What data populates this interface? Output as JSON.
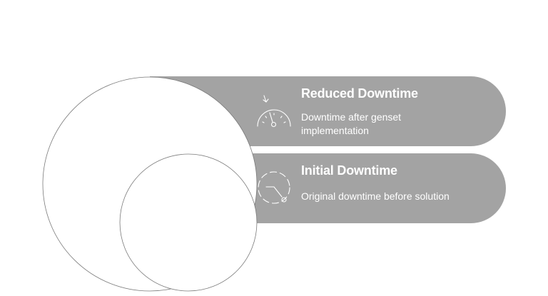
{
  "colors": {
    "band": "#a3a3a3",
    "circle_fill": "#ffffff",
    "circle_stroke": "#7a7a7a",
    "text": "#ffffff"
  },
  "items": [
    {
      "title": "Reduced Downtime",
      "description": "Downtime after genset implementation",
      "icon": "gauge-down-icon"
    },
    {
      "title": "Initial Downtime",
      "description": "Original downtime before solution",
      "icon": "clock-timer-icon"
    }
  ]
}
